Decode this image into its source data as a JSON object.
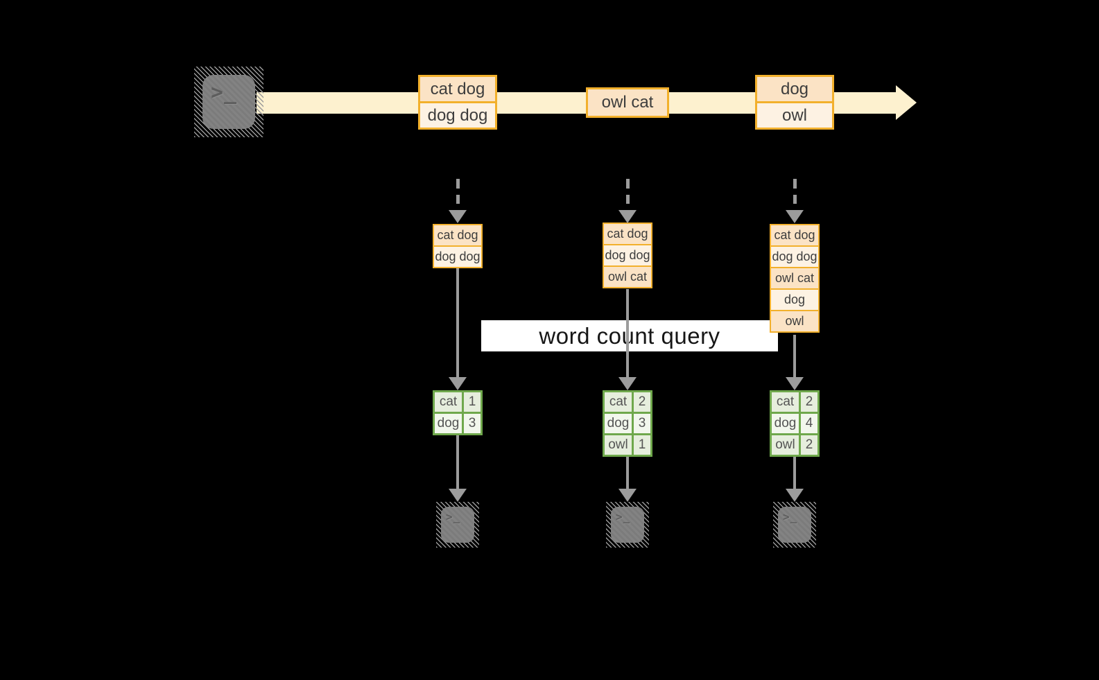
{
  "banner": {
    "label": "word count query"
  },
  "icons": {
    "prompt_glyph": ">_"
  },
  "stream": {
    "events": [
      {
        "rows": [
          "cat dog",
          "dog dog"
        ]
      },
      {
        "rows": [
          "owl cat"
        ]
      },
      {
        "rows": [
          "dog",
          "owl"
        ]
      }
    ]
  },
  "columns": [
    {
      "buffer": [
        "cat dog",
        "dog dog"
      ],
      "counts": [
        {
          "word": "cat",
          "count": "1"
        },
        {
          "word": "dog",
          "count": "3"
        }
      ]
    },
    {
      "buffer": [
        "cat dog",
        "dog dog",
        "owl cat"
      ],
      "counts": [
        {
          "word": "cat",
          "count": "2"
        },
        {
          "word": "dog",
          "count": "3"
        },
        {
          "word": "owl",
          "count": "1"
        }
      ]
    },
    {
      "buffer": [
        "cat dog",
        "dog dog",
        "owl cat",
        "dog",
        "owl"
      ],
      "counts": [
        {
          "word": "cat",
          "count": "2"
        },
        {
          "word": "dog",
          "count": "4"
        },
        {
          "word": "owl",
          "count": "2"
        }
      ]
    }
  ],
  "colors": {
    "background": "#000000",
    "stream_band": "#fdf1cf",
    "record_border": "#f2b02c",
    "record_fill_peach": "#fbe3c5",
    "record_fill_cream": "#fdf2e3",
    "table_border": "#6fa84c",
    "table_fill_a": "#e6eedd",
    "table_fill_b": "#f2f7ed",
    "arrow_gray": "#9c9c9c",
    "terminal_gray": "#7f7f7f",
    "banner_bg": "#ffffff",
    "banner_text": "#161616"
  }
}
